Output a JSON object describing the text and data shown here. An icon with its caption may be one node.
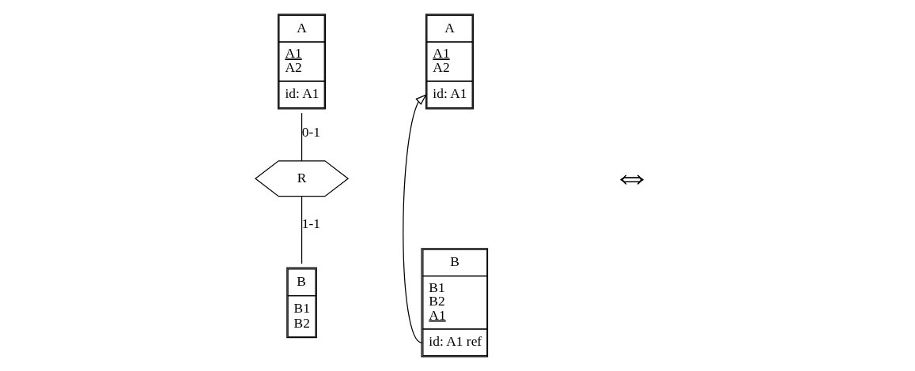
{
  "diagram": {
    "nodes": [
      {
        "text": [
          "A",
          "A1",
          "A2",
          "id: A1"
        ]
      },
      {
        "text": [
          "R"
        ]
      },
      {
        "text": [
          "B",
          "B1",
          "B2"
        ]
      },
      {
        "text": [
          "A",
          "A1",
          "A2",
          "id: A1"
        ]
      },
      {
        "text": [
          "B",
          "B1",
          "B2",
          "A1",
          "id: A1 ref"
        ]
      }
    ],
    "edges": [
      {
        "from": 0,
        "to": 1,
        "arrow": "none",
        "label": "0-1"
      },
      {
        "from": 1,
        "to": 2,
        "arrow": "none",
        "label": "1-1"
      },
      {
        "from": 4,
        "to": 3,
        "arrow": "to"
      }
    ],
    "labels": [
      "⇔"
    ]
  }
}
